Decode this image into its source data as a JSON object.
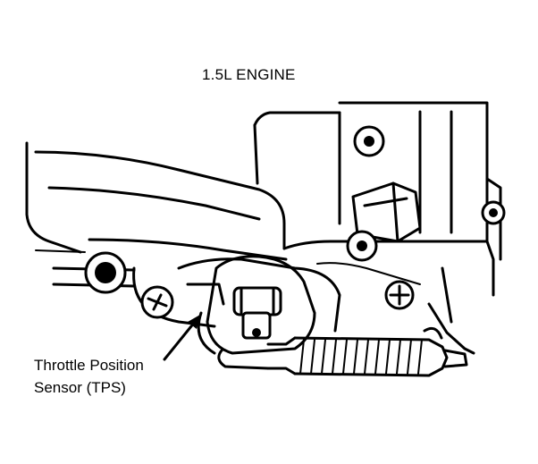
{
  "diagram": {
    "title": "1.5L ENGINE",
    "callout": {
      "line1": "Throttle Position",
      "line2": "Sensor (TPS)"
    }
  }
}
